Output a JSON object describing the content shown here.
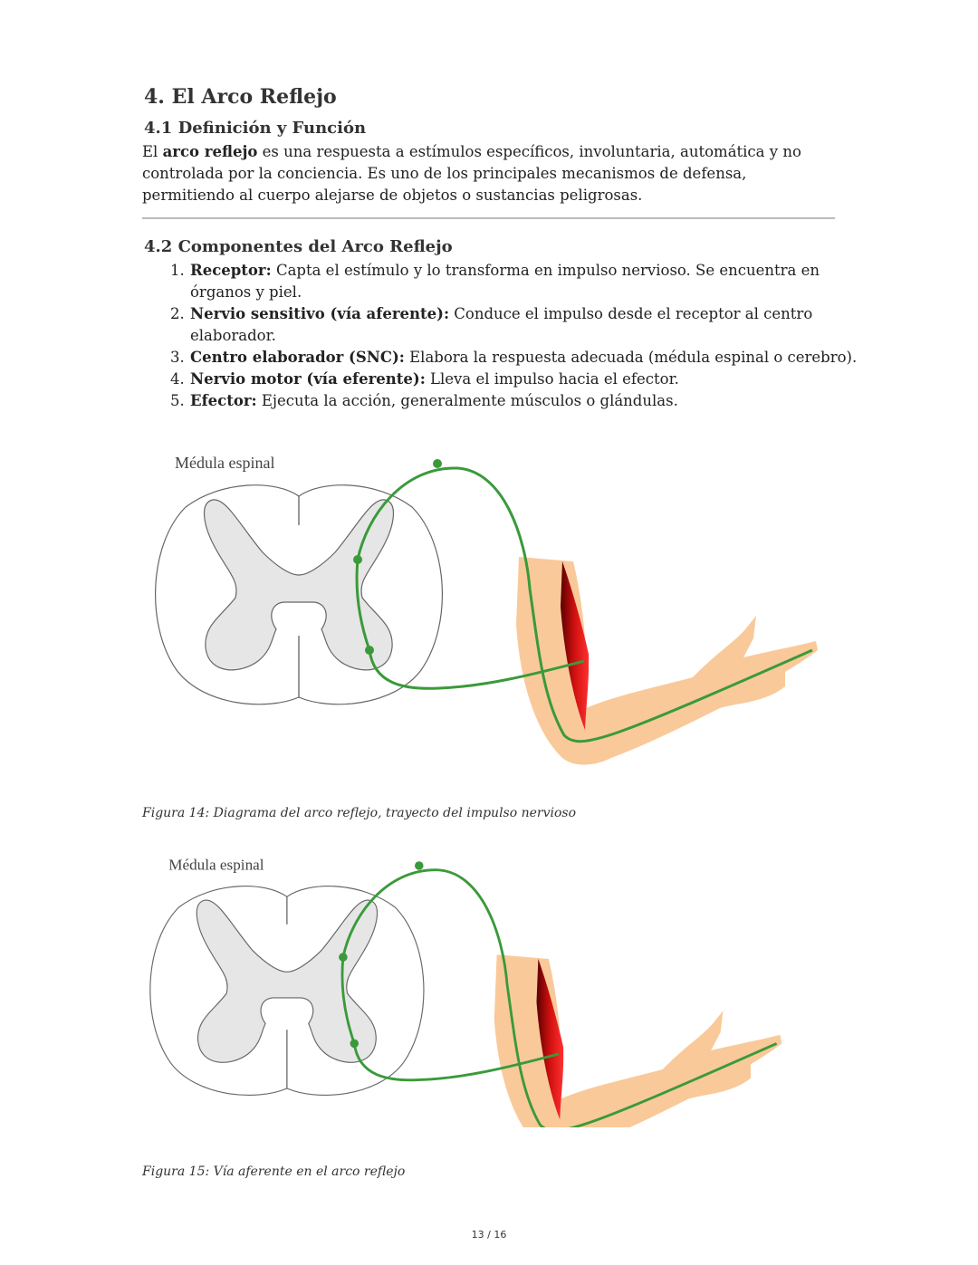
{
  "section": {
    "title": "4. El Arco Reflejo",
    "sub1": {
      "title": "4.1 Definición y Función",
      "paragraph": {
        "pre": "El ",
        "bold": "arco reflejo",
        "post": " es una respuesta a estímulos específicos, involuntaria, automática y no controlada por la conciencia. Es uno de los principales mecanismos de defensa, permitiendo al cuerpo alejarse de objetos o sustancias peligrosas."
      }
    },
    "sub2": {
      "title": "4.2 Componentes del Arco Reflejo",
      "items": [
        {
          "term": "Receptor:",
          "text": " Capta el estímulo y lo transforma en impulso nervioso. Se encuentra en órganos y piel."
        },
        {
          "term": "Nervio sensitivo (vía aferente):",
          "text": " Conduce el impulso desde el receptor al centro elaborador."
        },
        {
          "term": "Centro elaborador (SNC):",
          "text": " Elabora la respuesta adecuada (médula espinal o cerebro)."
        },
        {
          "term": "Nervio motor (vía eferente):",
          "text": " Lleva el impulso hacia el efector."
        },
        {
          "term": "Efector:",
          "text": " Ejecuta la acción, generalmente músculos o glándulas."
        }
      ]
    }
  },
  "figures": [
    {
      "label": "Médula espinal",
      "caption": "Figura 14: Diagrama del arco reflejo, trayecto del impulso nervioso"
    },
    {
      "label": "Médula espinal",
      "caption": "Figura 15: Vía aferente en el arco reflejo"
    }
  ],
  "colors": {
    "nerve": "#3a9a3a",
    "skin": "#f9c99a",
    "muscle": "#d01010",
    "gray_matter": "#e6e6e6"
  },
  "page": {
    "number": "13 / 16"
  }
}
